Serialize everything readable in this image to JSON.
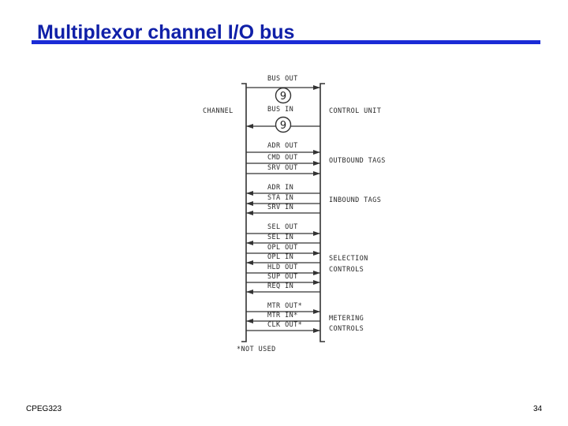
{
  "title": "Multiplexor channel I/O bus",
  "footer": {
    "course": "CPEG323",
    "page": "34"
  },
  "diagram": {
    "left_label": "CHANNEL",
    "footnote": "*NOT USED",
    "bus_count": "9",
    "signals": [
      {
        "name": "BUS OUT",
        "dir": "out",
        "bus": true
      },
      {
        "name": "BUS IN",
        "dir": "in",
        "bus": true
      },
      {
        "name": "ADR OUT",
        "dir": "out"
      },
      {
        "name": "CMD OUT",
        "dir": "out"
      },
      {
        "name": "SRV OUT",
        "dir": "out"
      },
      {
        "name": "ADR IN",
        "dir": "in"
      },
      {
        "name": "STA IN",
        "dir": "in"
      },
      {
        "name": "SRV IN",
        "dir": "in"
      },
      {
        "name": "SEL OUT",
        "dir": "out"
      },
      {
        "name": "SEL IN",
        "dir": "in"
      },
      {
        "name": "OPL OUT",
        "dir": "out"
      },
      {
        "name": "OPL IN",
        "dir": "in"
      },
      {
        "name": "HLD OUT",
        "dir": "out"
      },
      {
        "name": "SUP OUT",
        "dir": "out"
      },
      {
        "name": "REQ IN",
        "dir": "in"
      },
      {
        "name": "MTR OUT*",
        "dir": "out"
      },
      {
        "name": "MTR IN*",
        "dir": "in"
      },
      {
        "name": "CLK OUT*",
        "dir": "out"
      }
    ],
    "groups": [
      {
        "lines": [
          "CONTROL UNIT"
        ]
      },
      {
        "lines": [
          "OUTBOUND TAGS"
        ]
      },
      {
        "lines": [
          "INBOUND TAGS"
        ]
      },
      {
        "lines": [
          "SELECTION",
          "CONTROLS"
        ]
      },
      {
        "lines": [
          "METERING",
          "CONTROLS"
        ]
      }
    ]
  }
}
